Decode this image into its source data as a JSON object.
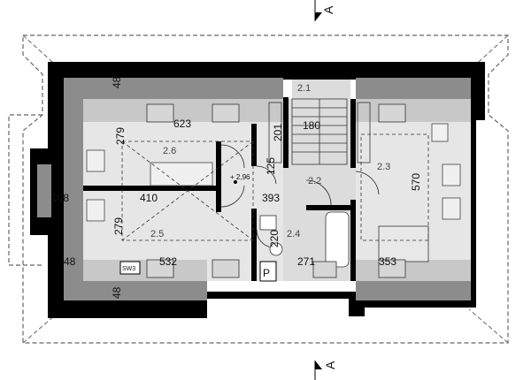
{
  "section_marks": {
    "top": "A",
    "bottom": "A"
  },
  "rooms": {
    "r21": "2.1",
    "r22": "2.2",
    "r23": "2.3",
    "r24": "2.4",
    "r25": "2.5",
    "r26": "2.6"
  },
  "dimensions": {
    "wall_top_left": "48",
    "wall_bottom_left": "48",
    "wall_left": "48",
    "room_26_width": "623",
    "room_26_depth": "279",
    "room_25_depth": "279",
    "corridor_width": "410",
    "stair_depth": "201",
    "stair_width": "180",
    "hall_height": "125",
    "hall_width": "393",
    "room_23_depth": "570",
    "room_25_width": "532",
    "room_24_width": "271",
    "room_23_width": "353",
    "bath_width": "220",
    "dormer_width": "108"
  },
  "labels": {
    "level": "+ 2,96",
    "sw": "SW3",
    "p": "P"
  },
  "colors": {
    "wall": "#000000",
    "slope_zone": "#8c8c8c",
    "floor": "#dcdcdc",
    "roof_outline": "#666666"
  }
}
